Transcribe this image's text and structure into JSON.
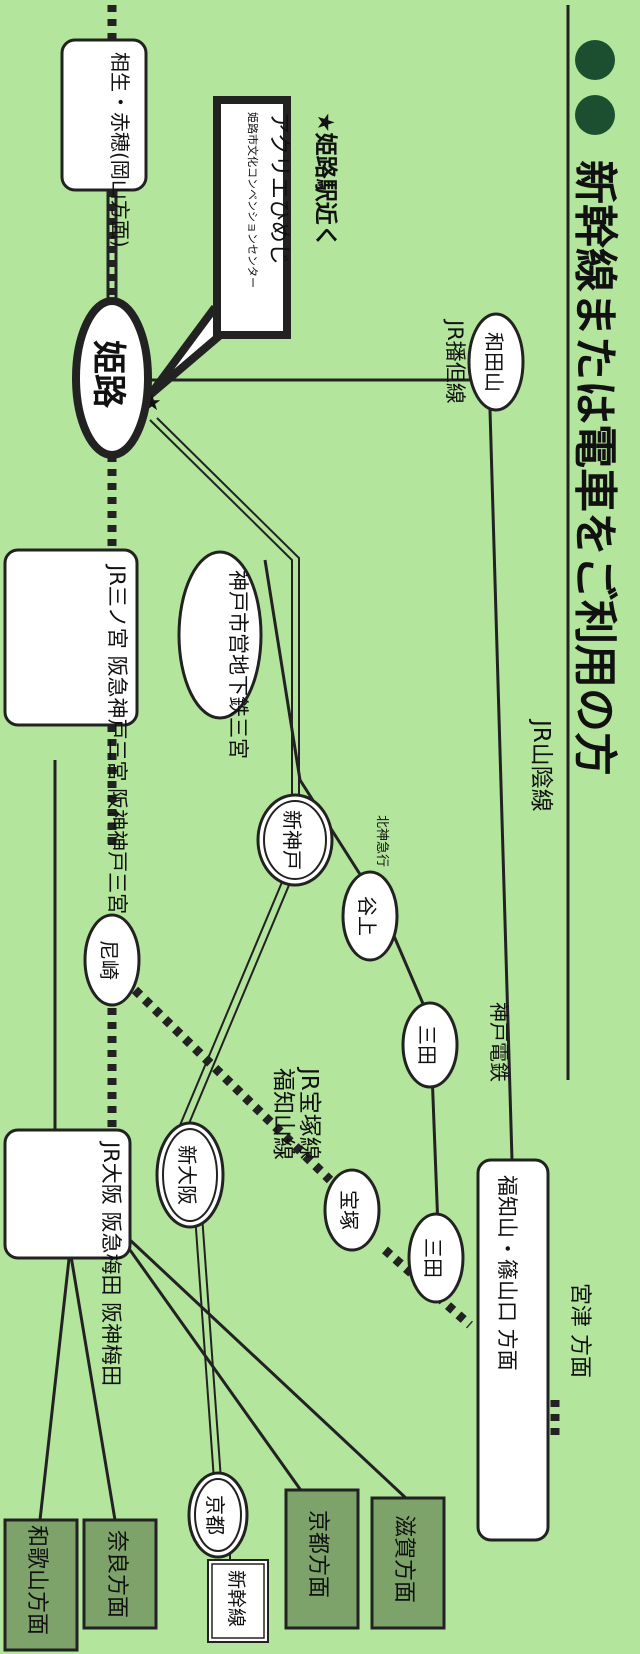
{
  "title": "新幹線または電車をご利用の方",
  "destination": {
    "marker": "★姫路駅近く",
    "venue_name": "アクリエひめじ",
    "venue_full": "姫路市文化コンベンションセンター"
  },
  "lines": {
    "jr_sanin": "JR山陰線",
    "jr_bantan": "JR播但線",
    "hokushin_kyuko": "北神急行",
    "kobe_dentetsu": "神戸電鉄",
    "jr_takarazuka": "JR宝塚線",
    "fukuchiyama": "福知山線",
    "shinkansen": "新幹線"
  },
  "stations": {
    "himeji": "姫路",
    "wadayama": "和田山",
    "shin_kobe": "新神戸",
    "tanigami": "谷上",
    "sanda_kobe": "三田",
    "sanda_jr": "三田",
    "takarazuka": "宝塚",
    "amagasaki": "尼崎",
    "shin_osaka": "新大阪",
    "kyoto": "京都",
    "kobe_subway": "神戸市営地下鉄三宮"
  },
  "hubs": {
    "aioi": "相生・赤穂(岡山方面)",
    "sannomiya": "JR三ノ宮 阪急神戸三宮 阪神神戸三宮",
    "osaka": "JR大阪 阪急梅田 阪神梅田",
    "fukuchiyama_sasayama": "福知山・篠山口 方面"
  },
  "directions": {
    "miyazu": "宮津 方面",
    "shiga": "滋賀方面",
    "kyoto": "京都方面",
    "nara": "奈良方面",
    "wakayama": "和歌山方面"
  },
  "colors": {
    "background": "#b4e59d",
    "box_dark": "#7ea36a",
    "line": "#222222"
  }
}
